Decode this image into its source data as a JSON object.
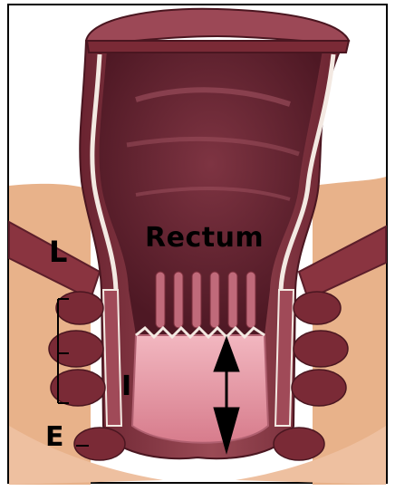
{
  "labels": {
    "rectum": "Rectum",
    "levator": "L",
    "internal_sphincter": "I",
    "external_sphincter": "E"
  },
  "colors": {
    "skin": "#e8b28a",
    "wall": "#8a3a44",
    "wall_dark": "#5c1e2a",
    "lumen": "#7a2e3c",
    "lining_white": "#f3e9e2",
    "anal_canal": "#e79aa6",
    "muscle": "#7a2a36",
    "arrow": "#000000"
  }
}
